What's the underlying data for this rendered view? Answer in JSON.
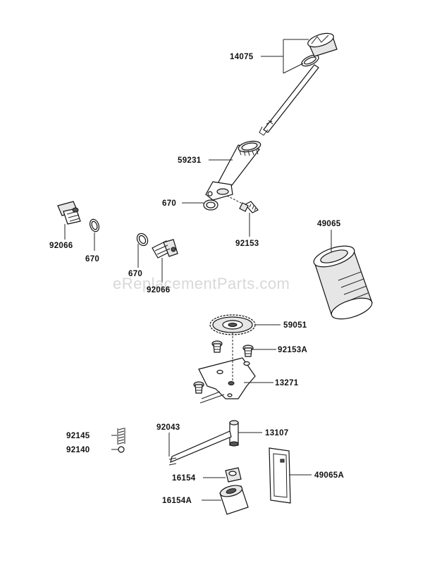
{
  "watermark": "eReplacementParts.com",
  "labels": {
    "p14075": "14075",
    "p59231": "59231",
    "p670a": "670",
    "p92153": "92153",
    "p92066a": "92066",
    "p670b": "670",
    "p670c": "670",
    "p92066b": "92066",
    "p49065": "49065",
    "p59051": "59051",
    "p92153A": "92153A",
    "p13271": "13271",
    "p92043": "92043",
    "p13107": "13107",
    "p92145": "92145",
    "p92140": "92140",
    "p16154": "16154",
    "p16154A": "16154A",
    "p49065A": "49065A"
  }
}
